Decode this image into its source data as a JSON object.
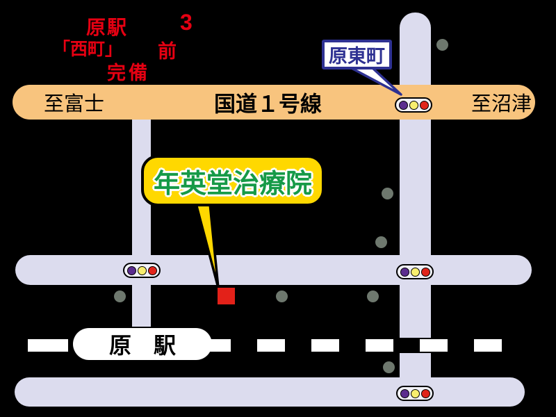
{
  "notes": {
    "line1_left": "原駅",
    "line1_right": "3",
    "line2_left": "「西町」",
    "line2_right": "前",
    "line3": "完備"
  },
  "route1": {
    "name": "国道１号線",
    "left_direction": "至富士",
    "right_direction": "至沼津"
  },
  "landmarks": {
    "intersection_label": "原東町",
    "clinic_label": "年英堂治療院",
    "station_label": "原　駅"
  },
  "colors": {
    "background": "#000000",
    "highway": "#f8c47e",
    "road": "#dcdcee",
    "note_red": "#e60012",
    "navy": "#2e3192",
    "bubble_yellow": "#ffd800",
    "clinic_green": "#169a47",
    "marker_red": "#e32119",
    "dot_gray": "#6e786e",
    "signal_purple": "#5b2d8e",
    "signal_yellow": "#f8ee6e",
    "signal_red": "#e1251b",
    "rail_band": "#000000",
    "rail_dash": "#ffffff"
  }
}
